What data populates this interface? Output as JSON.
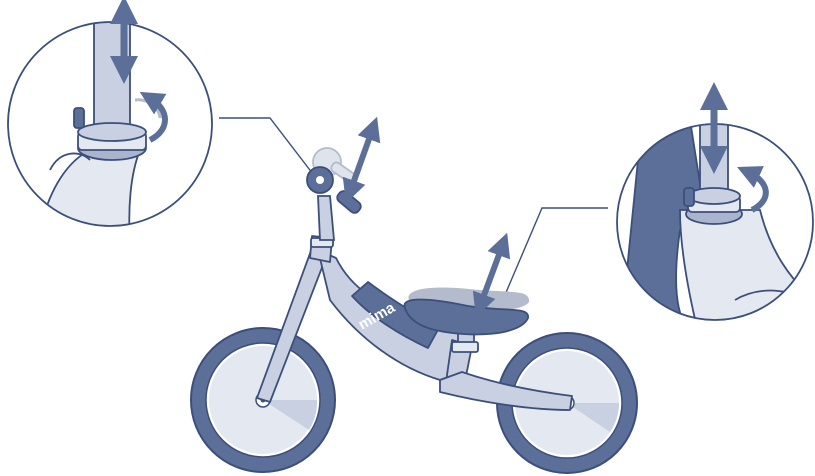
{
  "brand": {
    "logo_text": "mima"
  },
  "colors": {
    "outline": "#3c4f7a",
    "tire": "#5c6f99",
    "frame": "#c9d0e2",
    "frame_shadow": "#aab4cf",
    "seat": "#5c6f99",
    "seat_ghost": "#b4bbcc",
    "hub": "#e4e8f1",
    "arrow": "#5c6f99",
    "grip": "#5c6f99",
    "background": "#ffffff"
  },
  "callouts": [
    {
      "name": "handlebar-stem-clamp-detail",
      "icon": "adjust-height-arrows-icon"
    },
    {
      "name": "seat-post-clamp-detail",
      "icon": "adjust-height-arrows-icon"
    }
  ]
}
